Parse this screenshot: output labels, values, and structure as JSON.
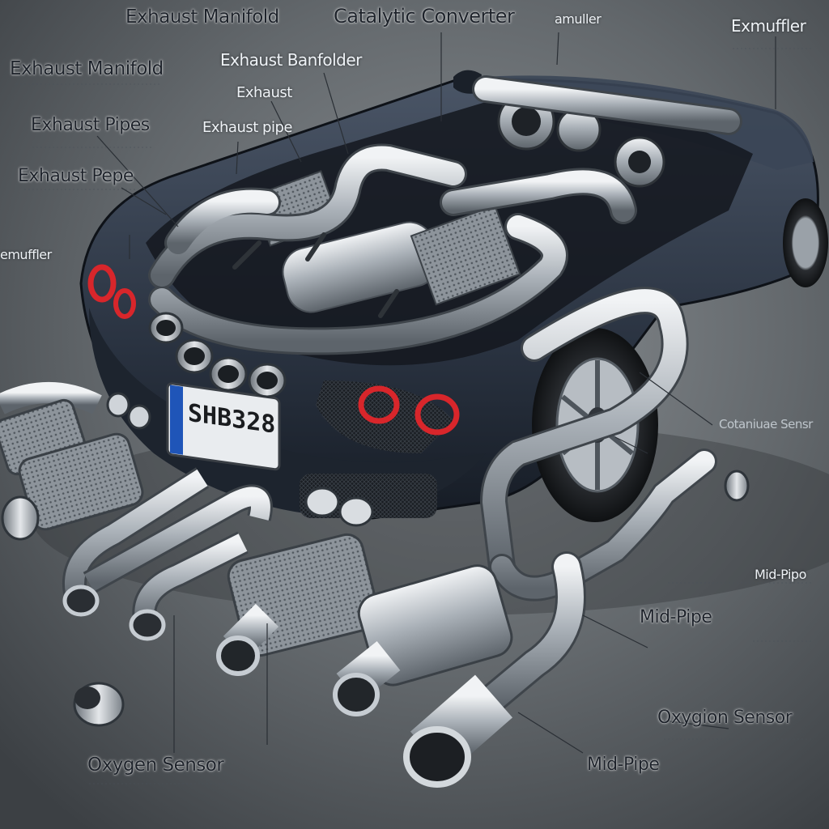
{
  "labels": {
    "exhaust_manifold_top": "Exhaust Manifold",
    "catalytic_converter": "Catalytic Converter",
    "amuller": "amuller",
    "exmuffler": "Exmuffler",
    "exhaust_manifold_left": "Exhaust Manifold",
    "exhaust_banfolder": "Exhaust Banfolder",
    "exhaust": "Exhaust",
    "exhaust_pipes": "Exhaust Pipes",
    "exhaust_pipe_center": "Exhaust pipe",
    "exhaust_pepe": "Exhaust Pepe",
    "emuffler": "emuffler",
    "cotanuae_sensor": "Cotaniuae Sensr",
    "mid_pipo": "Mid-Pipo",
    "mid_pipe_right": "Mid-Pipe",
    "oxygion_sensor": "Oxygion Sensor",
    "oxygen_sensor": "Oxygen Sensor",
    "mid_pipe_bottom": "Mid-Pipe"
  },
  "license_plate": "SHB328",
  "colors": {
    "background": "#5f6468",
    "car_body": "#2b3442",
    "chrome": "#c9ced3",
    "tail_light": "#d8262b"
  }
}
